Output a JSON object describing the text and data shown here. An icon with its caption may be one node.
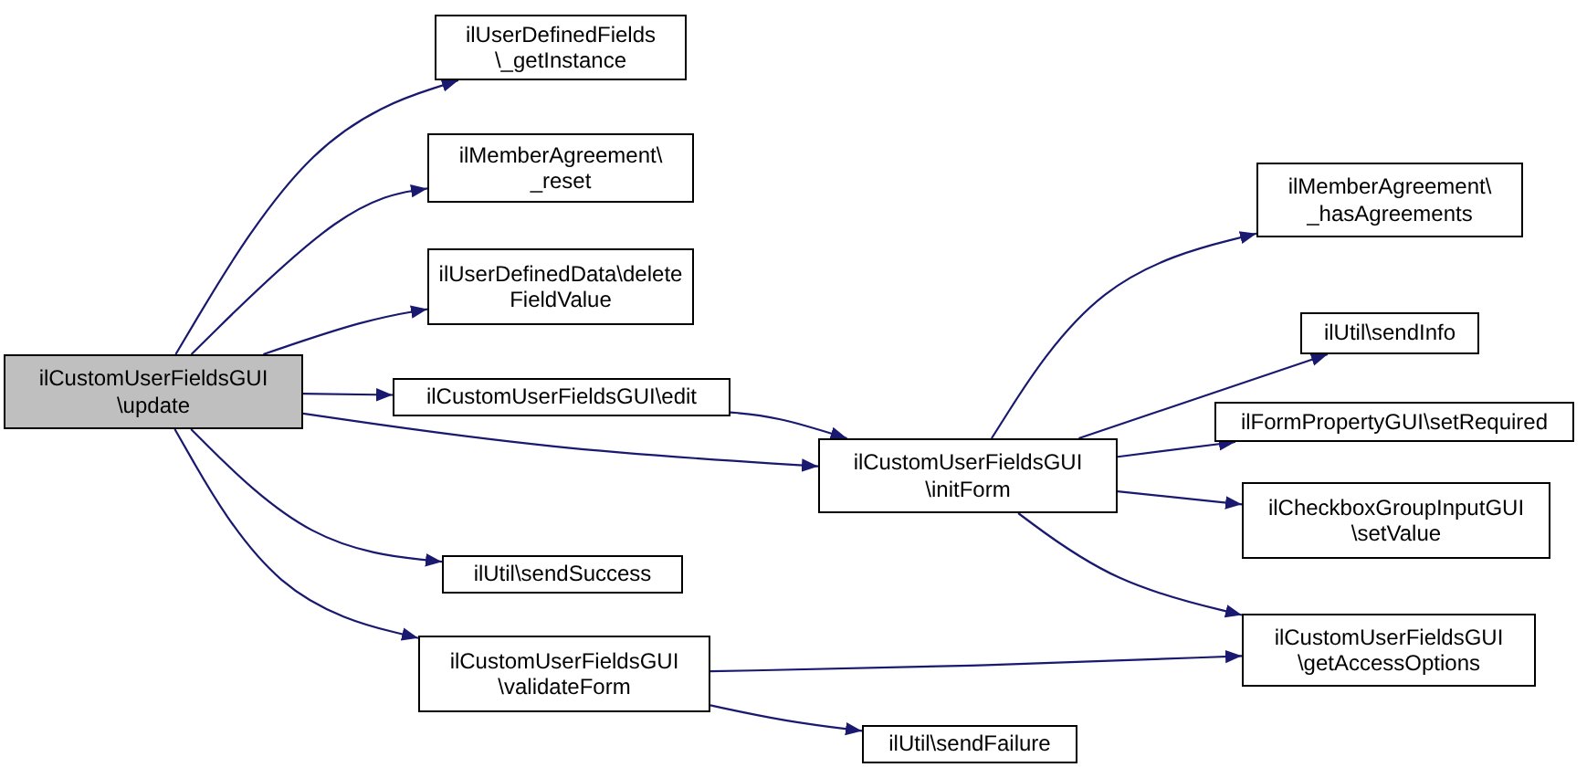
{
  "diagram": {
    "nodes": [
      {
        "text": [
          "ilCustomUserFieldsGUI \\update"
        ]
      },
      {
        "text": [
          "ilUserDefinedFields \\_getInstance"
        ]
      },
      {
        "text": [
          "ilMemberAgreement\\ _reset"
        ]
      },
      {
        "text": [
          "ilUserDefinedData\\delete FieldValue"
        ]
      },
      {
        "text": [
          "ilCustomUserFieldsGUI\\edit"
        ]
      },
      {
        "text": [
          "ilCustomUserFieldsGUI \\initForm"
        ]
      },
      {
        "text": [
          "ilUtil\\sendSuccess"
        ]
      },
      {
        "text": [
          "ilCustomUserFieldsGUI \\validateForm"
        ]
      },
      {
        "text": [
          "ilMemberAgreement\\ _hasAgreements"
        ]
      },
      {
        "text": [
          "ilUtil\\sendInfo"
        ]
      },
      {
        "text": [
          "ilFormPropertyGUI\\setRequired"
        ]
      },
      {
        "text": [
          "ilCheckboxGroupInputGUI \\setValue"
        ]
      },
      {
        "text": [
          "ilCustomUserFieldsGUI \\getAccessOptions"
        ]
      },
      {
        "text": [
          "ilUtil\\sendFailure"
        ]
      }
    ],
    "edges": [
      {
        "from": 0,
        "to": 1,
        "arrow": "to"
      },
      {
        "from": 0,
        "to": 2,
        "arrow": "to"
      },
      {
        "from": 0,
        "to": 3,
        "arrow": "to"
      },
      {
        "from": 0,
        "to": 4,
        "arrow": "to"
      },
      {
        "from": 0,
        "to": 5,
        "arrow": "to"
      },
      {
        "from": 0,
        "to": 6,
        "arrow": "to"
      },
      {
        "from": 0,
        "to": 7,
        "arrow": "to"
      },
      {
        "from": 4,
        "to": 5,
        "arrow": "to"
      },
      {
        "from": 5,
        "to": 8,
        "arrow": "to"
      },
      {
        "from": 5,
        "to": 9,
        "arrow": "to"
      },
      {
        "from": 5,
        "to": 10,
        "arrow": "to"
      },
      {
        "from": 5,
        "to": 11,
        "arrow": "to"
      },
      {
        "from": 5,
        "to": 12,
        "arrow": "to"
      },
      {
        "from": 7,
        "to": 12,
        "arrow": "to"
      },
      {
        "from": 7,
        "to": 13,
        "arrow": "to"
      }
    ]
  }
}
